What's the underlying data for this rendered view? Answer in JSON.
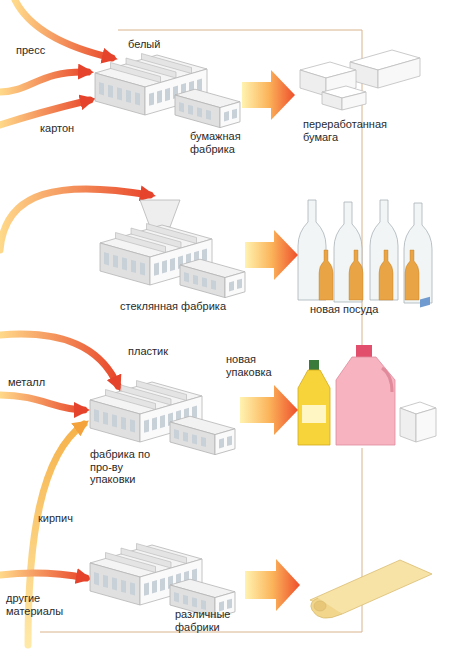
{
  "diagram": {
    "nodes": [
      {
        "text": [
          "бумажная фабрика"
        ]
      },
      {
        "text": [
          "переработанная бумага"
        ]
      },
      {
        "text": [
          "стеклянная фабрика"
        ]
      },
      {
        "text": [
          "новая посуда"
        ]
      },
      {
        "text": [
          "новая упаковка"
        ]
      },
      {
        "text": [
          "фабрика по про-ву упаковки"
        ]
      },
      {
        "text": [
          "различные фабрики"
        ]
      }
    ],
    "edges": [
      {
        "from": 0,
        "to": 1,
        "arrow": "to"
      },
      {
        "from": 2,
        "to": 3,
        "arrow": "to"
      },
      {
        "from": 5,
        "to": 4,
        "arrow": "to"
      }
    ],
    "labels": [
      "пресс",
      "белый",
      "картон",
      "пластик",
      "металл",
      "кирпич",
      "другие материалы"
    ]
  }
}
